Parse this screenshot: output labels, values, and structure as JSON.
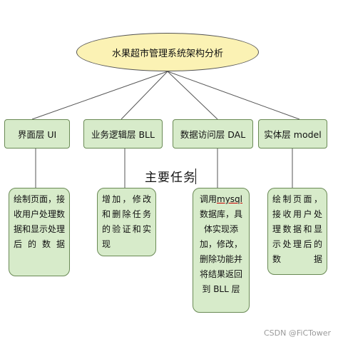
{
  "root": {
    "title": "水果超市管理系统架构分析"
  },
  "layers": [
    {
      "label": "界面层 UI"
    },
    {
      "label": "业务逻辑层 BLL"
    },
    {
      "label": "数据访问层 DAL"
    },
    {
      "label": "实体层 model"
    }
  ],
  "notes": [
    {
      "text": "绘制页面，接收用户处理数据和显示处理后的数据"
    },
    {
      "text": "增加，修改和删除任务的验证和实现"
    },
    {
      "text_pre": "调用",
      "text_underlined": "mysql",
      "text_post": "数据库，具体实现添加，修改，删除功能并将结果返回到 BLL 层"
    },
    {
      "text": "绘制页面，接收用户处理数据和显示处理后的数据"
    }
  ],
  "heading": "主要任务",
  "watermark": "CSDN @FiCTower"
}
